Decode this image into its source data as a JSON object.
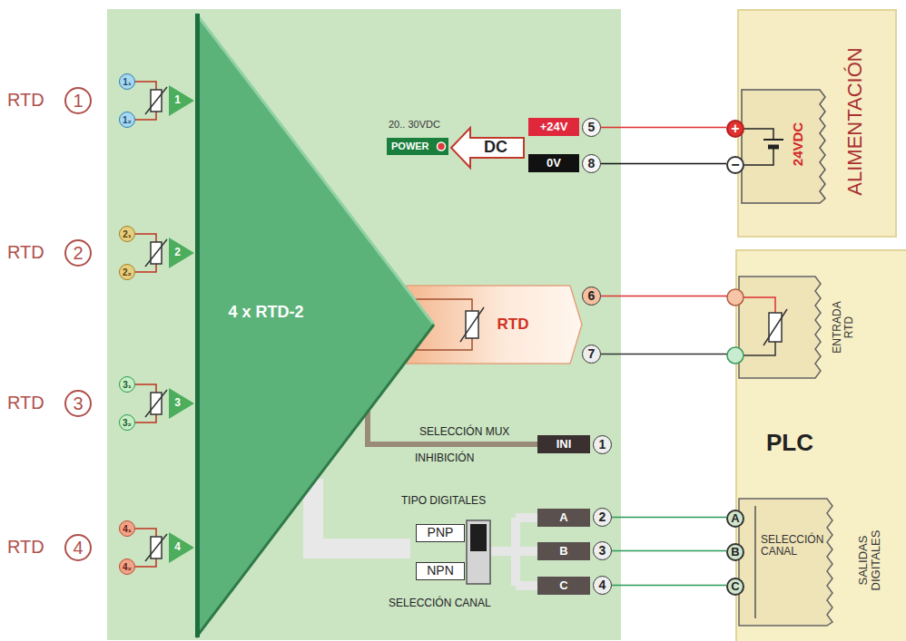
{
  "diagram": {
    "nodes": [
      {
        "text": [
          "4 x RTD-2"
        ]
      },
      {
        "text": [
          "1"
        ]
      },
      {
        "text": [
          "1₁"
        ]
      },
      {
        "text": [
          "1₂"
        ]
      },
      {
        "text": [
          "1"
        ]
      },
      {
        "text": [
          "2"
        ]
      },
      {
        "text": [
          "2₁"
        ]
      },
      {
        "text": [
          "2₂"
        ]
      },
      {
        "text": [
          "2"
        ]
      },
      {
        "text": [
          "3"
        ]
      },
      {
        "text": [
          "3₁"
        ]
      },
      {
        "text": [
          "3₂"
        ]
      },
      {
        "text": [
          "3"
        ]
      },
      {
        "text": [
          "4"
        ]
      },
      {
        "text": [
          "4₁"
        ]
      },
      {
        "text": [
          "4₂"
        ]
      },
      {
        "text": [
          "4"
        ]
      },
      {
        "text": [
          "DC"
        ]
      },
      {
        "text": [
          "POWER"
        ]
      },
      {
        "text": [
          "+24V"
        ]
      },
      {
        "text": [
          "5"
        ]
      },
      {
        "text": [
          "0V"
        ]
      },
      {
        "text": [
          "8"
        ]
      },
      {
        "text": [
          "RTD"
        ]
      },
      {
        "text": [
          "6"
        ]
      },
      {
        "text": [
          "7"
        ]
      },
      {
        "text": [
          "INI"
        ]
      },
      {
        "text": [
          "1"
        ]
      },
      {
        "text": [
          "PNP"
        ]
      },
      {
        "text": [
          "NPN"
        ]
      },
      {
        "text": [
          "A"
        ]
      },
      {
        "text": [
          "2"
        ]
      },
      {
        "text": [
          "B"
        ]
      },
      {
        "text": [
          "3"
        ]
      },
      {
        "text": [
          "C"
        ]
      },
      {
        "text": [
          "4"
        ]
      },
      {
        "text": [
          "ALIMENTACIÓN"
        ]
      },
      {
        "text": [
          "24VDC"
        ],
        "in": 36
      },
      {
        "text": [
          "+"
        ],
        "in": 37
      },
      {
        "text": [
          "−"
        ],
        "in": 37
      },
      {
        "text": [
          "PLC"
        ]
      },
      {
        "text": [
          "ENTRADA RTD"
        ],
        "in": 40
      },
      {
        "text": [
          "SELECCIÓN CANAL",
          "SALIDAS DIGITALES"
        ],
        "in": 40
      },
      {
        "text": [
          "A"
        ],
        "in": 42
      },
      {
        "text": [
          "B"
        ],
        "in": 42
      },
      {
        "text": [
          "C"
        ],
        "in": 42
      }
    ],
    "edges": [
      {
        "from": 20,
        "to": 38,
        "arrow": "none"
      },
      {
        "from": 22,
        "to": 39,
        "arrow": "none"
      },
      {
        "from": 24,
        "to": 41,
        "arrow": "none"
      },
      {
        "from": 25,
        "to": 41,
        "arrow": "none"
      },
      {
        "from": 0,
        "to": 26,
        "arrow": "none"
      },
      {
        "from": 31,
        "to": 43,
        "arrow": "none"
      },
      {
        "from": 33,
        "to": 44,
        "arrow": "none"
      },
      {
        "from": 35,
        "to": 45,
        "arrow": "none"
      }
    ],
    "labels": [
      "RTD",
      "RTD",
      "RTD",
      "RTD",
      "20.. 30VDC",
      "SELECCIÓN MUX",
      "INHIBICIÓN",
      "TIPO DIGITALES",
      "SELECCIÓN CANAL"
    ]
  }
}
